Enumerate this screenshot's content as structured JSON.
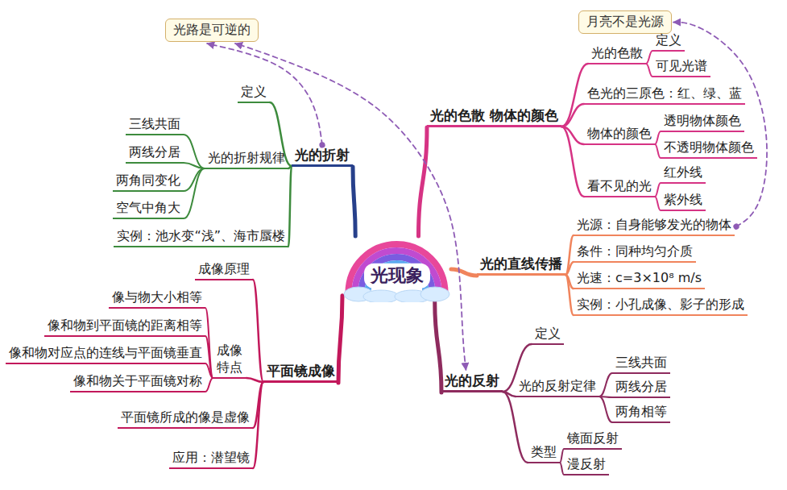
{
  "diagram": {
    "nodes": [
      {
        "text": [
          "光现象"
        ]
      },
      {
        "text": [
          "光路是可逆的"
        ]
      },
      {
        "text": [
          "月亮不是光源"
        ]
      },
      {
        "text": [
          "光的折射"
        ]
      },
      {
        "text": [
          "定义"
        ]
      },
      {
        "text": [
          "光的折射规律"
        ]
      },
      {
        "text": [
          "三线共面"
        ]
      },
      {
        "text": [
          "两线分居"
        ]
      },
      {
        "text": [
          "两角同变化"
        ]
      },
      {
        "text": [
          "空气中角大"
        ]
      },
      {
        "text": [
          "实例：池水变“浅”、海市蜃楼"
        ]
      },
      {
        "text": [
          "光的色散 物体的颜色"
        ]
      },
      {
        "text": [
          "光的色散"
        ]
      },
      {
        "text": [
          "定义"
        ]
      },
      {
        "text": [
          "可见光谱"
        ]
      },
      {
        "text": [
          "色光的三原色：红、绿、蓝"
        ]
      },
      {
        "text": [
          "物体的颜色"
        ]
      },
      {
        "text": [
          "透明物体颜色"
        ]
      },
      {
        "text": [
          "不透明物体颜色"
        ]
      },
      {
        "text": [
          "看不见的光"
        ]
      },
      {
        "text": [
          "红外线"
        ]
      },
      {
        "text": [
          "紫外线"
        ]
      },
      {
        "text": [
          "光的直线传播"
        ]
      },
      {
        "text": [
          "光源：自身能够发光的物体"
        ]
      },
      {
        "text": [
          "条件：同种均匀介质"
        ]
      },
      {
        "text": [
          "光速：c=3×10⁸ m/s"
        ]
      },
      {
        "text": [
          "实例：小孔成像、影子的形成"
        ]
      },
      {
        "text": [
          "光的反射"
        ]
      },
      {
        "text": [
          "定义"
        ]
      },
      {
        "text": [
          "光的反射定律"
        ]
      },
      {
        "text": [
          "三线共面"
        ]
      },
      {
        "text": [
          "两线分居"
        ]
      },
      {
        "text": [
          "两角相等"
        ]
      },
      {
        "text": [
          "类型"
        ]
      },
      {
        "text": [
          "镜面反射"
        ]
      },
      {
        "text": [
          "漫反射"
        ]
      },
      {
        "text": [
          "平面镜成像"
        ]
      },
      {
        "text": [
          "成像原理"
        ]
      },
      {
        "text": [
          "成像特点"
        ]
      },
      {
        "text": [
          "像与物大小相等"
        ]
      },
      {
        "text": [
          "像和物到平面镜的距离相等"
        ]
      },
      {
        "text": [
          "像和物对应点的连线与平面镜垂直"
        ]
      },
      {
        "text": [
          "像和物关于平面镜对称"
        ]
      },
      {
        "text": [
          "平面镜所成的像是虚像"
        ]
      },
      {
        "text": [
          "应用：潜望镜"
        ]
      }
    ],
    "edges": [
      {
        "from": 0,
        "to": 3,
        "arrow": "none"
      },
      {
        "from": 3,
        "to": 4,
        "arrow": "none"
      },
      {
        "from": 3,
        "to": 5,
        "arrow": "none"
      },
      {
        "from": 5,
        "to": 6,
        "arrow": "none"
      },
      {
        "from": 5,
        "to": 7,
        "arrow": "none"
      },
      {
        "from": 5,
        "to": 8,
        "arrow": "none"
      },
      {
        "from": 5,
        "to": 9,
        "arrow": "none"
      },
      {
        "from": 3,
        "to": 10,
        "arrow": "none"
      },
      {
        "from": 0,
        "to": 11,
        "arrow": "none"
      },
      {
        "from": 11,
        "to": 12,
        "arrow": "none"
      },
      {
        "from": 12,
        "to": 13,
        "arrow": "none"
      },
      {
        "from": 12,
        "to": 14,
        "arrow": "none"
      },
      {
        "from": 11,
        "to": 15,
        "arrow": "none"
      },
      {
        "from": 11,
        "to": 16,
        "arrow": "none"
      },
      {
        "from": 16,
        "to": 17,
        "arrow": "none"
      },
      {
        "from": 16,
        "to": 18,
        "arrow": "none"
      },
      {
        "from": 11,
        "to": 19,
        "arrow": "none"
      },
      {
        "from": 19,
        "to": 20,
        "arrow": "none"
      },
      {
        "from": 19,
        "to": 21,
        "arrow": "none"
      },
      {
        "from": 0,
        "to": 22,
        "arrow": "none"
      },
      {
        "from": 22,
        "to": 23,
        "arrow": "none"
      },
      {
        "from": 22,
        "to": 24,
        "arrow": "none"
      },
      {
        "from": 22,
        "to": 25,
        "arrow": "none"
      },
      {
        "from": 22,
        "to": 26,
        "arrow": "none"
      },
      {
        "from": 0,
        "to": 27,
        "arrow": "none"
      },
      {
        "from": 27,
        "to": 28,
        "arrow": "none"
      },
      {
        "from": 27,
        "to": 29,
        "arrow": "none"
      },
      {
        "from": 29,
        "to": 30,
        "arrow": "none"
      },
      {
        "from": 29,
        "to": 31,
        "arrow": "none"
      },
      {
        "from": 29,
        "to": 32,
        "arrow": "none"
      },
      {
        "from": 27,
        "to": 33,
        "arrow": "none"
      },
      {
        "from": 33,
        "to": 34,
        "arrow": "none"
      },
      {
        "from": 33,
        "to": 35,
        "arrow": "none"
      },
      {
        "from": 0,
        "to": 36,
        "arrow": "none"
      },
      {
        "from": 36,
        "to": 37,
        "arrow": "none"
      },
      {
        "from": 36,
        "to": 38,
        "arrow": "none"
      },
      {
        "from": 38,
        "to": 39,
        "arrow": "none"
      },
      {
        "from": 38,
        "to": 40,
        "arrow": "none"
      },
      {
        "from": 38,
        "to": 41,
        "arrow": "none"
      },
      {
        "from": 38,
        "to": 42,
        "arrow": "none"
      },
      {
        "from": 36,
        "to": 43,
        "arrow": "none"
      },
      {
        "from": 36,
        "to": 44,
        "arrow": "none"
      },
      {
        "from": 3,
        "to": 1,
        "arrow": "to"
      },
      {
        "from": 27,
        "to": 1,
        "arrow": "both"
      },
      {
        "from": 23,
        "to": 2,
        "arrow": "to"
      }
    ]
  }
}
